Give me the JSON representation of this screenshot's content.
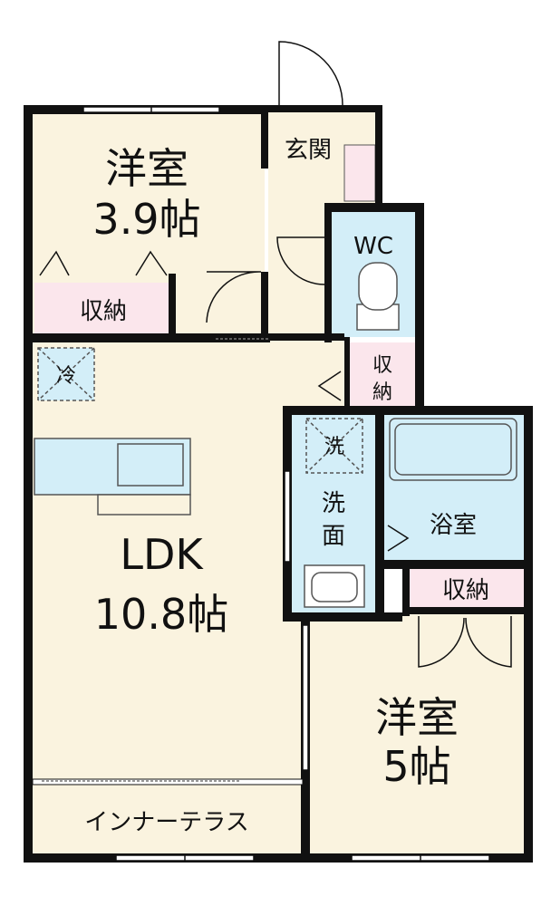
{
  "colors": {
    "floor": "#faf3df",
    "storage": "#fbe6ec",
    "wet": "#d3eef8",
    "wall": "#111111",
    "fixture_line": "#555555"
  },
  "rooms": {
    "western1": {
      "name": "洋室",
      "size": "3.9帖"
    },
    "ldk": {
      "name": "LDK",
      "size": "10.8帖"
    },
    "western2": {
      "name": "洋室",
      "size": "5帖"
    },
    "genkan": {
      "name": "玄関"
    },
    "wc": {
      "name": "WC"
    },
    "bath": {
      "name": "浴室"
    },
    "washroom": {
      "name_line1": "洗",
      "name_line2": "面"
    },
    "terrace": {
      "name": "インナーテラス"
    }
  },
  "storage": {
    "western1": "収納",
    "hall_line1": "収",
    "hall_line2": "納",
    "western2": "収納"
  },
  "fixtures": {
    "fridge": "冷",
    "washer": "洗"
  }
}
